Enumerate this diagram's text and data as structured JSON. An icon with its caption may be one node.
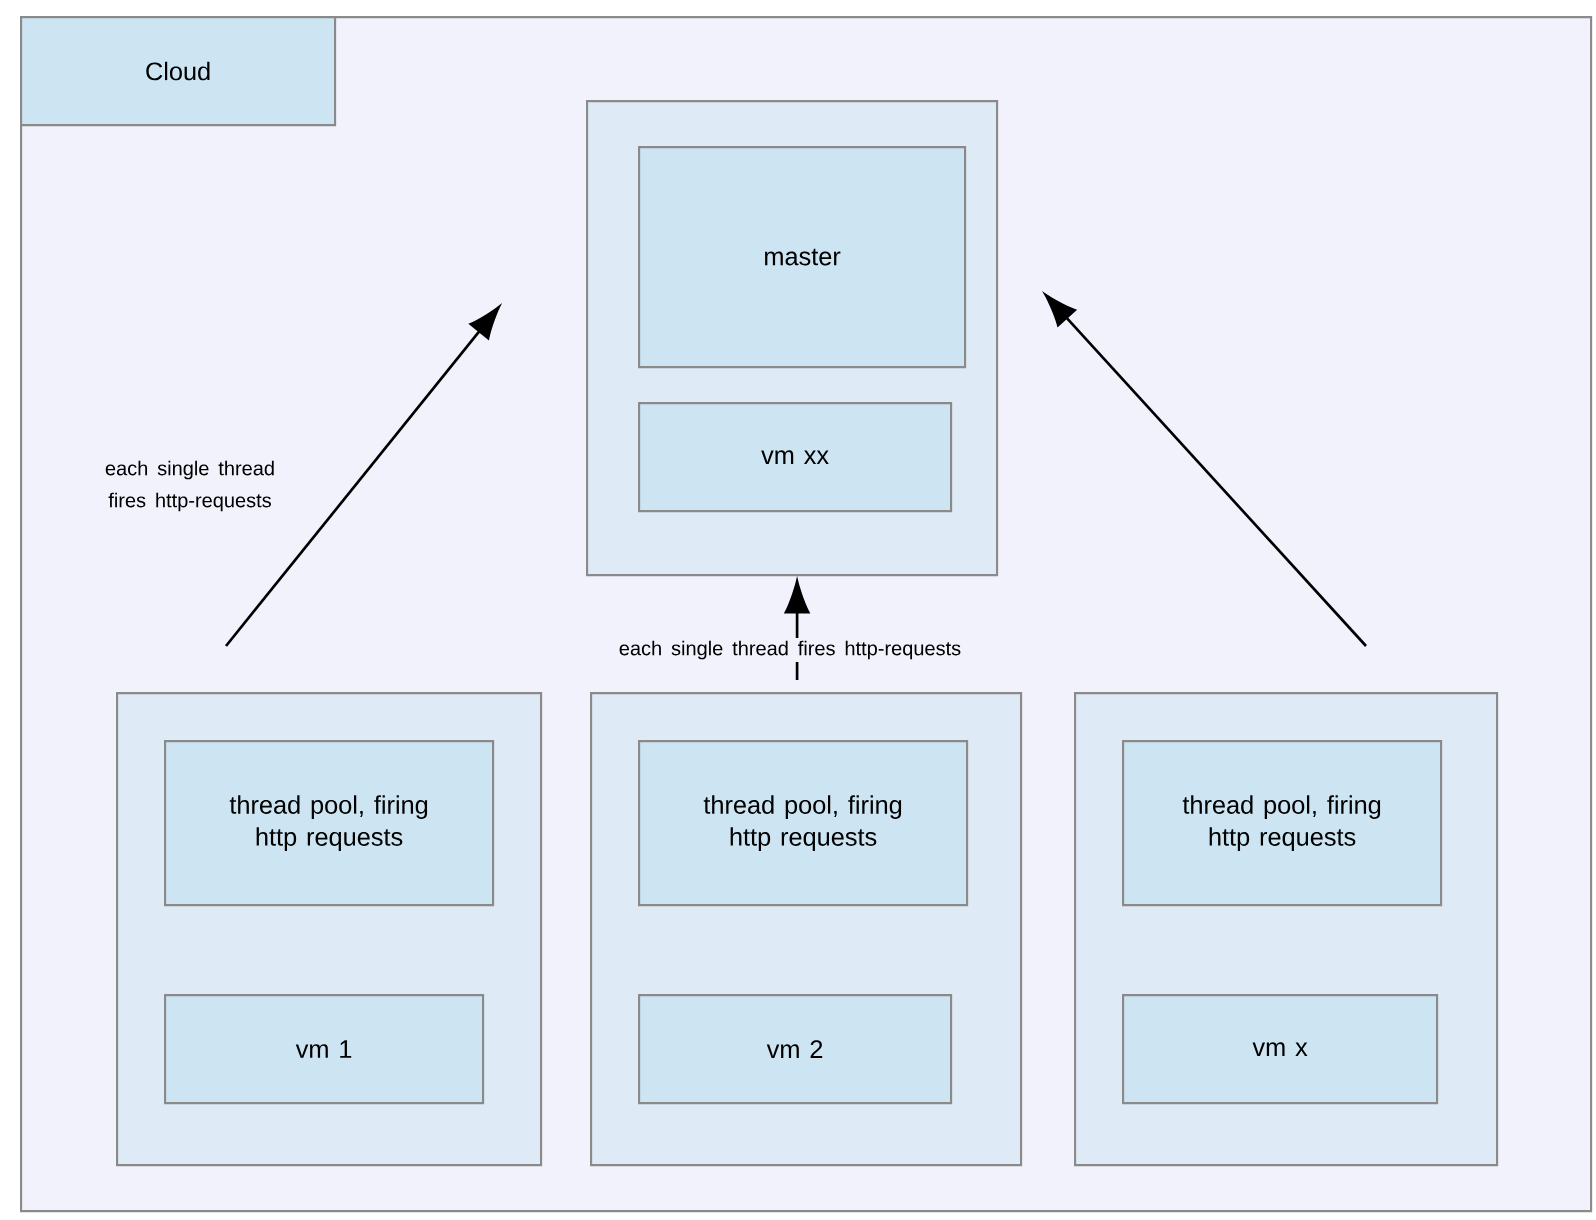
{
  "diagram": {
    "nodes": [
      {
        "text": [],
        "shape": "box"
      },
      {
        "text": [
          "Cloud"
        ],
        "in": 0
      },
      {
        "text": [],
        "shape": "box",
        "in": 0
      },
      {
        "text": [
          "master"
        ],
        "in": 2
      },
      {
        "text": [
          "vm xx"
        ],
        "in": 2
      },
      {
        "text": [],
        "shape": "box",
        "in": 0
      },
      {
        "text": [
          "thread pool, firing http requests"
        ],
        "in": 5
      },
      {
        "text": [
          "vm 1"
        ],
        "in": 5
      },
      {
        "text": [],
        "shape": "box",
        "in": 0
      },
      {
        "text": [
          "thread pool, firing http requests"
        ],
        "in": 8
      },
      {
        "text": [
          "vm 2"
        ],
        "in": 8
      },
      {
        "text": [],
        "shape": "box",
        "in": 0
      },
      {
        "text": [
          "thread pool, firing http requests"
        ],
        "in": 11
      },
      {
        "text": [
          "vm x"
        ],
        "in": 11
      }
    ],
    "edges": [
      {
        "from": 5,
        "to": 2,
        "arrow": "to",
        "label": "each single thread fires http-requests"
      },
      {
        "from": 8,
        "to": 2,
        "arrow": "to",
        "label": "each single thread fires http-requests"
      },
      {
        "from": 11,
        "to": 2,
        "arrow": "to"
      }
    ]
  }
}
